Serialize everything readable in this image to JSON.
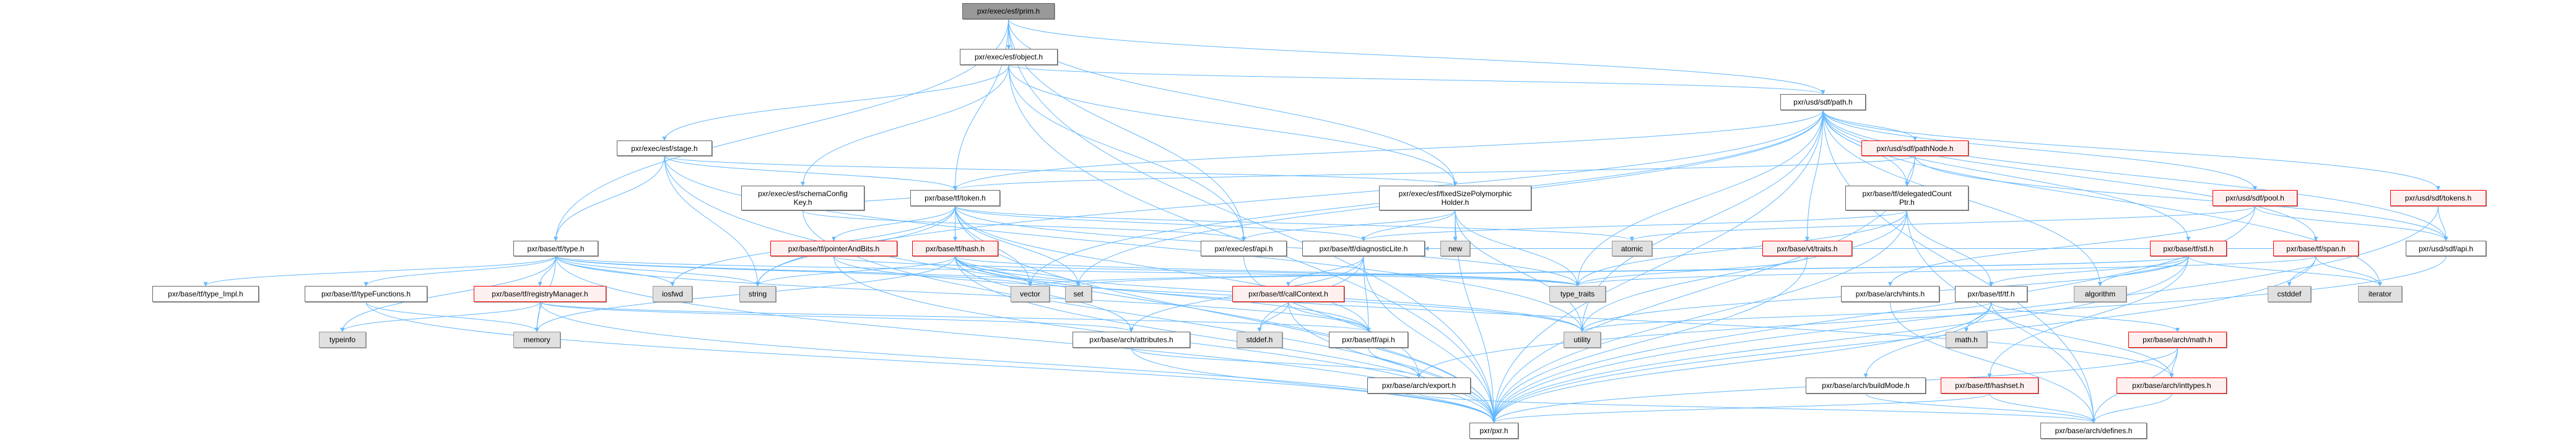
{
  "colors": {
    "edge": "#63b8ff",
    "root_fill": "#999999",
    "red_border": "#ff0000",
    "red_fill": "#fff0f0",
    "sys_fill": "#e0e0e0"
  },
  "nodes": [
    {
      "id": "prim",
      "lines": [
        "pxr/exec/esf/prim.h"
      ],
      "kind": "root"
    },
    {
      "id": "object",
      "lines": [
        "pxr/exec/esf/object.h"
      ],
      "kind": "normal"
    },
    {
      "id": "path",
      "lines": [
        "pxr/usd/sdf/path.h"
      ],
      "kind": "normal"
    },
    {
      "id": "stage",
      "lines": [
        "pxr/exec/esf/stage.h"
      ],
      "kind": "normal"
    },
    {
      "id": "pathNode",
      "lines": [
        "pxr/usd/sdf/pathNode.h"
      ],
      "kind": "red"
    },
    {
      "id": "schemaKey",
      "lines": [
        "pxr/exec/esf/schemaConfig",
        "Key.h"
      ],
      "kind": "normal"
    },
    {
      "id": "token",
      "lines": [
        "pxr/base/tf/token.h"
      ],
      "kind": "normal"
    },
    {
      "id": "fixedHolder",
      "lines": [
        "pxr/exec/esf/fixedSizePolymorphic",
        "Holder.h"
      ],
      "kind": "normal"
    },
    {
      "id": "delegated",
      "lines": [
        "pxr/base/tf/delegatedCount",
        "Ptr.h"
      ],
      "kind": "normal"
    },
    {
      "id": "pool",
      "lines": [
        "pxr/usd/sdf/pool.h"
      ],
      "kind": "red"
    },
    {
      "id": "sdfTokens",
      "lines": [
        "pxr/usd/sdf/tokens.h"
      ],
      "kind": "red"
    },
    {
      "id": "type",
      "lines": [
        "pxr/base/tf/type.h"
      ],
      "kind": "normal"
    },
    {
      "id": "pointerBits",
      "lines": [
        "pxr/base/tf/pointerAndBits.h"
      ],
      "kind": "red"
    },
    {
      "id": "hash",
      "lines": [
        "pxr/base/tf/hash.h"
      ],
      "kind": "red"
    },
    {
      "id": "esfApi",
      "lines": [
        "pxr/exec/esf/api.h"
      ],
      "kind": "normal"
    },
    {
      "id": "diagLite",
      "lines": [
        "pxr/base/tf/diagnosticLite.h"
      ],
      "kind": "normal"
    },
    {
      "id": "new",
      "lines": [
        "new"
      ],
      "kind": "sys"
    },
    {
      "id": "atomic",
      "lines": [
        "atomic"
      ],
      "kind": "sys"
    },
    {
      "id": "vtTraits",
      "lines": [
        "pxr/base/vt/traits.h"
      ],
      "kind": "red"
    },
    {
      "id": "stl",
      "lines": [
        "pxr/base/tf/stl.h"
      ],
      "kind": "red"
    },
    {
      "id": "span",
      "lines": [
        "pxr/base/tf/span.h"
      ],
      "kind": "red"
    },
    {
      "id": "sdfApi",
      "lines": [
        "pxr/usd/sdf/api.h"
      ],
      "kind": "normal"
    },
    {
      "id": "typeImpl",
      "lines": [
        "pxr/base/tf/type_Impl.h"
      ],
      "kind": "normal"
    },
    {
      "id": "typeFunctions",
      "lines": [
        "pxr/base/tf/typeFunctions.h"
      ],
      "kind": "normal"
    },
    {
      "id": "registry",
      "lines": [
        "pxr/base/tf/registryManager.h"
      ],
      "kind": "red"
    },
    {
      "id": "iosfwd",
      "lines": [
        "iosfwd"
      ],
      "kind": "sys"
    },
    {
      "id": "string",
      "lines": [
        "string"
      ],
      "kind": "sys"
    },
    {
      "id": "vector",
      "lines": [
        "vector"
      ],
      "kind": "sys"
    },
    {
      "id": "set",
      "lines": [
        "set"
      ],
      "kind": "sys"
    },
    {
      "id": "callContext",
      "lines": [
        "pxr/base/tf/callContext.h"
      ],
      "kind": "red"
    },
    {
      "id": "typeTraits",
      "lines": [
        "type_traits"
      ],
      "kind": "sys"
    },
    {
      "id": "hints",
      "lines": [
        "pxr/base/arch/hints.h"
      ],
      "kind": "normal"
    },
    {
      "id": "tf",
      "lines": [
        "pxr/base/tf/tf.h"
      ],
      "kind": "normal"
    },
    {
      "id": "algorithm",
      "lines": [
        "algorithm"
      ],
      "kind": "sys"
    },
    {
      "id": "cstddef",
      "lines": [
        "cstddef"
      ],
      "kind": "sys"
    },
    {
      "id": "iterator",
      "lines": [
        "iterator"
      ],
      "kind": "sys"
    },
    {
      "id": "typeinfo",
      "lines": [
        "typeinfo"
      ],
      "kind": "sys"
    },
    {
      "id": "memory",
      "lines": [
        "memory"
      ],
      "kind": "sys"
    },
    {
      "id": "attributes",
      "lines": [
        "pxr/base/arch/attributes.h"
      ],
      "kind": "normal"
    },
    {
      "id": "stddef",
      "lines": [
        "stddef.h"
      ],
      "kind": "sys"
    },
    {
      "id": "tfApi",
      "lines": [
        "pxr/base/tf/api.h"
      ],
      "kind": "normal"
    },
    {
      "id": "utility",
      "lines": [
        "utility"
      ],
      "kind": "sys"
    },
    {
      "id": "mathh",
      "lines": [
        "math.h"
      ],
      "kind": "sys"
    },
    {
      "id": "archMath",
      "lines": [
        "pxr/base/arch/math.h"
      ],
      "kind": "red"
    },
    {
      "id": "export",
      "lines": [
        "pxr/base/arch/export.h"
      ],
      "kind": "normal"
    },
    {
      "id": "buildMode",
      "lines": [
        "pxr/base/arch/buildMode.h"
      ],
      "kind": "normal"
    },
    {
      "id": "hashset",
      "lines": [
        "pxr/base/tf/hashset.h"
      ],
      "kind": "red"
    },
    {
      "id": "inttypes",
      "lines": [
        "pxr/base/arch/inttypes.h"
      ],
      "kind": "red"
    },
    {
      "id": "pxr",
      "lines": [
        "pxr/pxr.h"
      ],
      "kind": "normal"
    },
    {
      "id": "defines",
      "lines": [
        "pxr/base/arch/defines.h"
      ],
      "kind": "normal"
    }
  ],
  "edges": [
    [
      "prim",
      "object"
    ],
    [
      "prim",
      "token"
    ],
    [
      "prim",
      "type"
    ],
    [
      "prim",
      "esfApi"
    ],
    [
      "prim",
      "fixedHolder"
    ],
    [
      "prim",
      "path"
    ],
    [
      "prim",
      "pxr"
    ],
    [
      "object",
      "stage"
    ],
    [
      "object",
      "schemaKey"
    ],
    [
      "object",
      "esfApi"
    ],
    [
      "object",
      "fixedHolder"
    ],
    [
      "object",
      "path"
    ],
    [
      "object",
      "pxr"
    ],
    [
      "stage",
      "type"
    ],
    [
      "stage",
      "token"
    ],
    [
      "stage",
      "fixedHolder"
    ],
    [
      "stage",
      "string"
    ],
    [
      "stage",
      "pxr"
    ],
    [
      "stage",
      "utility"
    ],
    [
      "schemaKey",
      "pxr"
    ],
    [
      "schemaKey",
      "token"
    ],
    [
      "schemaKey",
      "esfApi"
    ],
    [
      "path",
      "pathNode"
    ],
    [
      "path",
      "delegated"
    ],
    [
      "path",
      "vtTraits"
    ],
    [
      "path",
      "stl"
    ],
    [
      "path",
      "pool"
    ],
    [
      "path",
      "span"
    ],
    [
      "path",
      "sdfTokens"
    ],
    [
      "path",
      "sdfApi"
    ],
    [
      "path",
      "token"
    ],
    [
      "path",
      "algorithm"
    ],
    [
      "path",
      "iterator"
    ],
    [
      "path",
      "set"
    ],
    [
      "path",
      "string"
    ],
    [
      "path",
      "typeTraits"
    ],
    [
      "path",
      "utility"
    ],
    [
      "path",
      "vector"
    ],
    [
      "path",
      "pxr"
    ],
    [
      "path",
      "defines"
    ],
    [
      "pathNode",
      "delegated"
    ],
    [
      "pathNode",
      "sdfApi"
    ],
    [
      "pathNode",
      "token"
    ],
    [
      "pathNode",
      "pxr"
    ],
    [
      "delegated",
      "diagLite"
    ],
    [
      "delegated",
      "tf"
    ],
    [
      "delegated",
      "typeTraits"
    ],
    [
      "delegated",
      "utility"
    ],
    [
      "delegated",
      "pxr"
    ],
    [
      "delegated",
      "defines"
    ],
    [
      "pool",
      "hints"
    ],
    [
      "pool",
      "sdfApi"
    ],
    [
      "pool",
      "atomic"
    ],
    [
      "pool",
      "pxr"
    ],
    [
      "sdfTokens",
      "sdfApi"
    ],
    [
      "sdfTokens",
      "pxr"
    ],
    [
      "sdfApi",
      "export"
    ],
    [
      "vtTraits",
      "typeTraits"
    ],
    [
      "vtTraits",
      "pxr"
    ],
    [
      "stl",
      "tf"
    ],
    [
      "stl",
      "algorithm"
    ],
    [
      "stl",
      "iterator"
    ],
    [
      "stl",
      "hashset"
    ],
    [
      "stl",
      "utility"
    ],
    [
      "stl",
      "pxr"
    ],
    [
      "stl",
      "set"
    ],
    [
      "stl",
      "vector"
    ],
    [
      "span",
      "cstddef"
    ],
    [
      "span",
      "iterator"
    ],
    [
      "span",
      "typeTraits"
    ],
    [
      "span",
      "diagLite"
    ],
    [
      "span",
      "pxr"
    ],
    [
      "tf",
      "mathh"
    ],
    [
      "tf",
      "archMath"
    ],
    [
      "tf",
      "inttypes"
    ],
    [
      "tf",
      "buildMode"
    ],
    [
      "tf",
      "pxr"
    ],
    [
      "tf",
      "utility"
    ],
    [
      "archMath",
      "inttypes"
    ],
    [
      "archMath",
      "defines"
    ],
    [
      "archMath",
      "pxr"
    ],
    [
      "inttypes",
      "defines"
    ],
    [
      "hashset",
      "defines"
    ],
    [
      "hashset",
      "pxr"
    ],
    [
      "hints",
      "defines"
    ],
    [
      "buildMode",
      "defines"
    ],
    [
      "type",
      "typeImpl"
    ],
    [
      "type",
      "typeFunctions"
    ],
    [
      "type",
      "registry"
    ],
    [
      "type",
      "iosfwd"
    ],
    [
      "type",
      "string"
    ],
    [
      "type",
      "typeinfo"
    ],
    [
      "type",
      "memory"
    ],
    [
      "type",
      "set"
    ],
    [
      "type",
      "vector"
    ],
    [
      "type",
      "tfApi"
    ],
    [
      "type",
      "typeTraits"
    ],
    [
      "type",
      "pxr"
    ],
    [
      "registry",
      "typeinfo"
    ],
    [
      "registry",
      "tfApi"
    ],
    [
      "registry",
      "attributes"
    ],
    [
      "registry",
      "memory"
    ],
    [
      "registry",
      "pxr"
    ],
    [
      "typeFunctions",
      "memory"
    ],
    [
      "typeFunctions",
      "pxr"
    ],
    [
      "token",
      "hash"
    ],
    [
      "token",
      "pointerBits"
    ],
    [
      "token",
      "vector"
    ],
    [
      "token",
      "set"
    ],
    [
      "token",
      "string"
    ],
    [
      "token",
      "iosfwd"
    ],
    [
      "token",
      "tfApi"
    ],
    [
      "token",
      "diagLite"
    ],
    [
      "token",
      "typeTraits"
    ],
    [
      "token",
      "atomic"
    ],
    [
      "token",
      "pxr"
    ],
    [
      "hash",
      "vector"
    ],
    [
      "hash",
      "set"
    ],
    [
      "hash",
      "string"
    ],
    [
      "hash",
      "memory"
    ],
    [
      "hash",
      "tfApi"
    ],
    [
      "hash",
      "typeTraits"
    ],
    [
      "hash",
      "utility"
    ],
    [
      "hash",
      "inttypes"
    ],
    [
      "hash",
      "attributes"
    ],
    [
      "hash",
      "pxr"
    ],
    [
      "pointerBits",
      "pxr"
    ],
    [
      "pointerBits",
      "typeTraits"
    ],
    [
      "pointerBits",
      "utility"
    ],
    [
      "fixedHolder",
      "esfApi"
    ],
    [
      "fixedHolder",
      "diagLite"
    ],
    [
      "fixedHolder",
      "new"
    ],
    [
      "fixedHolder",
      "typeTraits"
    ],
    [
      "fixedHolder",
      "utility"
    ],
    [
      "fixedHolder",
      "pxr"
    ],
    [
      "esfApi",
      "export"
    ],
    [
      "diagLite",
      "callContext"
    ],
    [
      "diagLite",
      "tfApi"
    ],
    [
      "diagLite",
      "attributes"
    ],
    [
      "diagLite",
      "stddef"
    ],
    [
      "diagLite",
      "pxr"
    ],
    [
      "callContext",
      "stddef"
    ],
    [
      "callContext",
      "tfApi"
    ],
    [
      "callContext",
      "pxr"
    ],
    [
      "tfApi",
      "export"
    ],
    [
      "attributes",
      "export"
    ],
    [
      "attributes",
      "pxr"
    ],
    [
      "export",
      "defines"
    ]
  ]
}
